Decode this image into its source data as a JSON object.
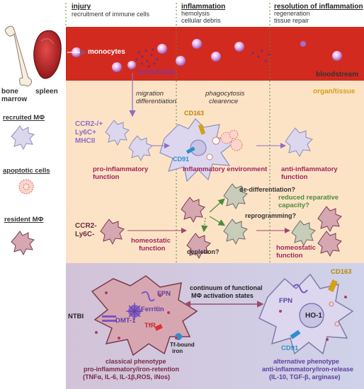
{
  "phases": [
    {
      "title": "injury",
      "subtitle": "recruitment of immune cells"
    },
    {
      "title": "inflammation",
      "subtitle": "hemolysis",
      "subtitle2": "cellular debris"
    },
    {
      "title": "resolution of inflammation",
      "subtitle": "regeneration",
      "subtitle2": "tissue repair"
    }
  ],
  "left_labels": {
    "bone_marrow": "bone marrow",
    "spleen": "spleen",
    "recruited": "recruited MΦ",
    "apoptotic": "apoptotic cells",
    "resident": "resident MΦ"
  },
  "bloodstream": {
    "monocytes": "monocytes",
    "ccl2": "CCL2/CCR2",
    "label": "bloodstream"
  },
  "tissue_label": "organ/tissue",
  "recruited_row": {
    "migration": "migration",
    "differentiation": "differentiation",
    "markers": [
      "CCR2-/+",
      "Ly6C+",
      "MHCII"
    ],
    "phagocytosis": "phagocytosis",
    "clearence": "clearence",
    "cd163": "CD163",
    "cd91": "CD91",
    "pro_function_1": "pro-inflammatory",
    "pro_function_2": "function",
    "inflam_env": "inflammatory environment",
    "anti_function_1": "anti-inflammatory",
    "anti_function_2": "function"
  },
  "resident_row": {
    "markers": [
      "CCR2-",
      "Ly6C-"
    ],
    "homeo_1": "homeostatic",
    "homeo_2": "function",
    "dedif": "de-differentiation?",
    "reprog": "reprogramming?",
    "depletion": "depletion?",
    "reduced_1": "reduced reparative",
    "reduced_2": "capacity?",
    "homeo2_1": "homeostatic",
    "homeo2_2": "function"
  },
  "bottom": {
    "continuum_1": "continuum of functional",
    "continuum_2": "MΦ activation states",
    "fpn": "FPN",
    "ferritin": "Ferritin",
    "ntbi": "NTBI",
    "dmt1": "DMT-1",
    "tfr": "TfR",
    "tf_bound_1": "Tf-bound",
    "tf_bound_2": "iron",
    "fpn_right": "FPN",
    "cd163": "CD163",
    "ho1": "HO-1",
    "cd91": "CD91",
    "classical_1": "classical phenotype",
    "classical_2": "pro-inflammatory/iron-retention",
    "classical_3": "(TNFα, IL-6, IL-1β,ROS, iNos)",
    "alt_1": "alternative phenotype",
    "alt_2": "anti-inflammatory/iron-release",
    "alt_3": "(IL-10, TGF-β, arginase)"
  },
  "colors": {
    "blood": "#d32a1f",
    "tissue": "#fde3c6",
    "bottom_panel": "#d7cde4",
    "recruited_text": "#8b6fc3",
    "resident_text": "#6b2a44",
    "function_text": "#a0265a",
    "green_text": "#4d8a3a",
    "gold": "#d4a017",
    "blue": "#2e8fd0"
  }
}
